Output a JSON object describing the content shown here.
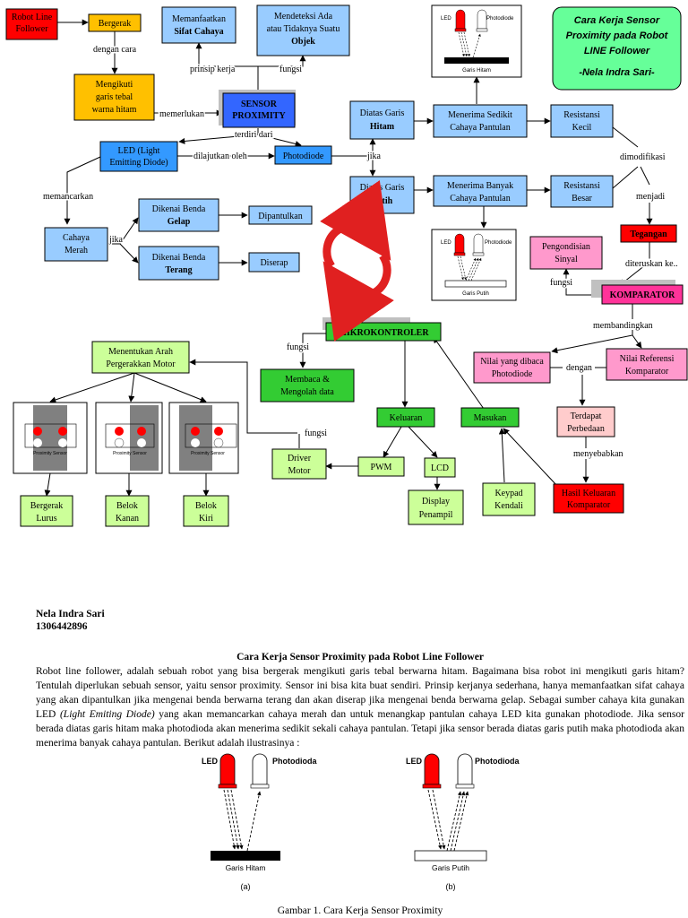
{
  "diagram": {
    "title_box": [
      "Cara Kerja Sensor",
      "Proximity pada Robot",
      "LINE Follower",
      "-Nela Indra Sari-"
    ],
    "nodes": {
      "robot_line_follower": [
        "Robot Line",
        "Follower"
      ],
      "bergerak": [
        "Bergerak"
      ],
      "mengikuti": [
        "Mengikuti",
        "garis tebal",
        "warna hitam"
      ],
      "memanfaatkan": [
        "Memanfaatkan",
        "Sifat Cahaya"
      ],
      "mendeteksi": [
        "Mendeteksi Ada",
        "atau Tidaknya Suatu",
        "Objek"
      ],
      "sensor_proximity": [
        "SENSOR",
        "PROXIMITY"
      ],
      "led": [
        "LED (Light",
        "Emitting Diode)"
      ],
      "photodiode": [
        "Photodiode"
      ],
      "cahaya_merah": [
        "Cahaya",
        "Merah"
      ],
      "dikenai_gelap": [
        "Dikenai Benda",
        "Gelap"
      ],
      "dikenai_terang": [
        "Dikenai Benda",
        "Terang"
      ],
      "dipantulkan": [
        "Dipantulkan"
      ],
      "diserap": [
        "Diserap"
      ],
      "diatas_hitam": [
        "Diatas Garis",
        "Hitam"
      ],
      "diatas_putih": [
        "Diatas Garis",
        "Putih"
      ],
      "menerima_sedikit": [
        "Menerima Sedikit",
        "Cahaya Pantulan"
      ],
      "menerima_banyak": [
        "Menerima Banyak",
        "Cahaya Pantulan"
      ],
      "resistansi_kecil": [
        "Resistansi",
        "Kecil"
      ],
      "resistansi_besar": [
        "Resistansi",
        "Besar"
      ],
      "tegangan": [
        "Tegangan"
      ],
      "pengondisian": [
        "Pengondisian",
        "Sinyal"
      ],
      "komparator": [
        "KOMPARATOR"
      ],
      "nilai_dibaca": [
        "Nilai yang dibaca",
        "Photodiode"
      ],
      "nilai_referensi": [
        "Nilai Referensi",
        "Komparator"
      ],
      "terdapat_perbedaan": [
        "Terdapat",
        "Perbedaan"
      ],
      "hasil_keluaran": [
        "Hasil Keluaran",
        "Komparator"
      ],
      "mikrokontroler": [
        "MIKROKONTROLER"
      ],
      "membaca": [
        "Membaca &",
        "Mengolah data"
      ],
      "keluaran": [
        "Keluaran"
      ],
      "masukan": [
        "Masukan"
      ],
      "pwm": [
        "PWM"
      ],
      "lcd": [
        "LCD"
      ],
      "display": [
        "Display",
        "Penampil"
      ],
      "keypad": [
        "Keypad",
        "Kendali"
      ],
      "driver_motor": [
        "Driver",
        "Motor"
      ],
      "menentukan": [
        "Menentukan Arah",
        "Pergerakkan Motor"
      ],
      "bergerak_lurus": [
        "Bergerak",
        "Lurus"
      ],
      "belok_kanan": [
        "Belok",
        "Kanan"
      ],
      "belok_kiri": [
        "Belok",
        "Kiri"
      ]
    },
    "edge_labels": {
      "dengan_cara": "dengan cara",
      "memerlukan": "memerlukan",
      "prinsip_kerja": "prinsip kerja",
      "fungsi_top": "fungsi",
      "terdiri_dari": "terdiri dari",
      "dilajutkan_oleh": "dilajutkan oleh",
      "jika_right": "jika",
      "memancarkan": "memancarkan",
      "jika_left": "jika",
      "dimodifikasi": "dimodifikasi",
      "menjadi": "menjadi",
      "diteruskan": "diteruskan ke..",
      "fungsi_komparator": "fungsi",
      "membandingkan": "membandingkan",
      "dengan": "dengan",
      "menyebabkan": "menyebabkan",
      "fungsi_mikro": "fungsi",
      "fungsi_driver": "fungsi"
    },
    "mini_figure_labels": {
      "led": "LED",
      "photodiode": "Photodiode",
      "garis_hitam": "Garis Hitam",
      "garis_putih": "Garis Putih",
      "proximity_sensor": "Proximity Sensor"
    }
  },
  "document": {
    "author_name": "Nela Indra Sari",
    "author_id": "1306442896",
    "title": "Cara Kerja Sensor Proximity pada Robot Line Follower",
    "body_part1": "Robot line follower, adalah sebuah robot yang bisa bergerak mengikuti garis tebal berwarna hitam. Bagaimana bisa robot ini mengikuti garis hitam? Tentulah diperlukan sebuah sensor, yaitu sensor proximity. Sensor ini bisa kita buat sendiri. Prinsip kerjanya sederhana, hanya memanfaatkan sifat cahaya yang akan dipantulkan jika mengenai benda berwarna terang dan akan diserap jika mengenai benda berwarna gelap. Sebagai sumber cahaya kita gunakan LED ",
    "body_italic": "(Light Emiting Diode)",
    "body_part2": " yang akan memancarkan cahaya merah dan untuk menangkap pantulan cahaya LED kita gunakan photodiode. Jika sensor berada diatas garis hitam maka photodioda akan menerima sedikit sekali cahaya pantulan. Tetapi jika sensor berada diatas garis putih maka photodioda akan menerima banyak cahaya pantulan. Berikut adalah ilustrasinya :",
    "figure": {
      "led": "LED",
      "photodioda": "Photodioda",
      "garis_hitam": "Garis Hitam",
      "garis_putih": "Garis Putih",
      "label_a": "(a)",
      "label_b": "(b)"
    },
    "caption": "Gambar 1. Cara Kerja Sensor Proximity"
  },
  "colors": {
    "red": "#ff0000",
    "yellow": "#ffc000",
    "blue": "#99ccff",
    "sensor_blue": "#3366ff",
    "green": "#66ff66",
    "light_green": "#ccff99",
    "pink": "#ff99cc",
    "komparator_pink": "#ff3399",
    "title_green": "#66ff99"
  }
}
